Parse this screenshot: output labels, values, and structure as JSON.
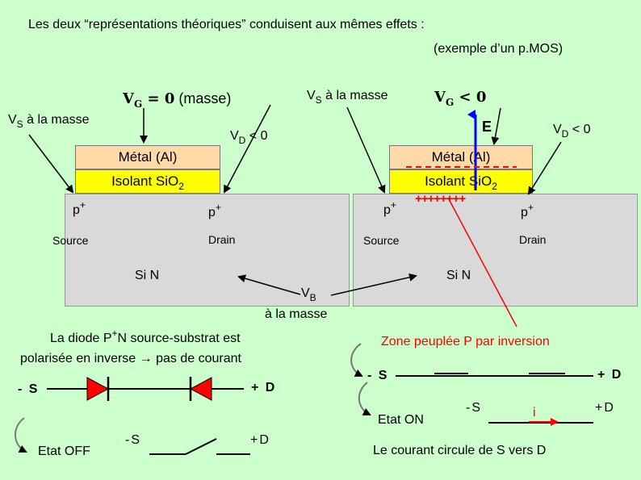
{
  "heading": {
    "line1": "Les deux “représentations théoriques” conduisent aux mêmes effets :",
    "line2": "(exemple d’un p.MOS)"
  },
  "left_device": {
    "vg_label_v": "V",
    "vg_label_g": "G",
    "vg_label_rest": " = 0",
    "vg_paren": "(masse)",
    "vs_v": "V",
    "vs_s": "S",
    "vs_rest": " à la masse",
    "vd_v": "V",
    "vd_d": "D",
    "vd_rest": " < 0",
    "metal": "Métal (Al)",
    "isolant": "Isolant SiO",
    "isolant_sub": "2",
    "p_left": "p",
    "p_right": "p",
    "plus": "+",
    "source": "Source",
    "drain": "Drain",
    "substrate": "Si N"
  },
  "right_device": {
    "vs_v": "V",
    "vs_s": "S",
    "vs_rest": " à la masse",
    "vg_v": "V",
    "vg_g": "G",
    "vg_rest": " < 0",
    "field": "E",
    "vd_v": "V",
    "vd_d": "D",
    "vd_rest": " < 0",
    "metal": "Métal  (Al)",
    "isolant": "Isolant Si",
    "isolant_o": "O",
    "isolant_sub": "2",
    "plus_charges": "++++++++",
    "p_left": "p",
    "p_right": "p",
    "plus": "+",
    "source": "Source",
    "drain": "Drain",
    "substrate": "Si N"
  },
  "vb": {
    "v": "V",
    "b": "B",
    "rest": "à la masse"
  },
  "off_state": {
    "diode_text_1": "La diode P",
    "diode_text_sup": "+",
    "diode_text_2": "N source-substrat est",
    "diode_text_3": "polarisée en inverse",
    "diode_text_4": " pas de courant",
    "arrow_glyph": "→",
    "minus_s": "- S",
    "plus_d": "+ D",
    "switch_s": "-S",
    "switch_d": "+D",
    "state": "Etat OFF"
  },
  "on_state": {
    "zone": "Zone peuplée P par inversion",
    "minus_s": "- S",
    "plus_d": "+ D",
    "state": "Etat ON",
    "switch_s": "-S",
    "current": "i",
    "switch_d": "+D",
    "caption": "Le courant circule de S vers D"
  },
  "colors": {
    "background": "#ccffcc",
    "metal": "#ffd9a6",
    "insulator": "#ffff00",
    "substrate": "#d9d9d9",
    "field": "#0000ff",
    "accent": "#ff0000"
  }
}
